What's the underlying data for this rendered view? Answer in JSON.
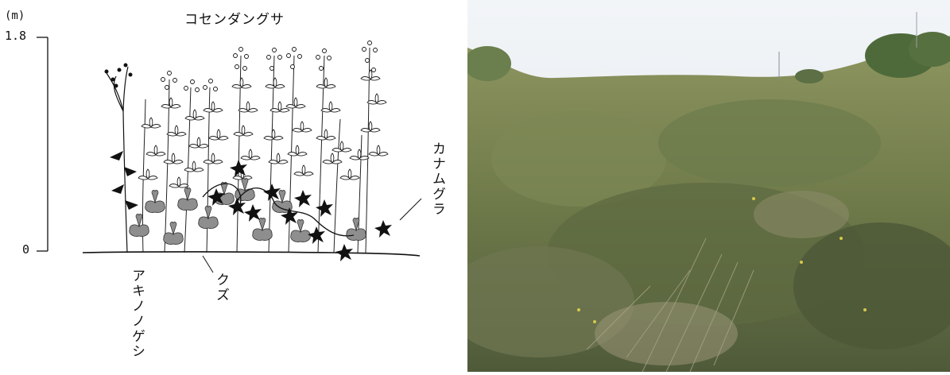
{
  "diagram": {
    "title": "コセンダングサ",
    "unit": "(m)",
    "scale_top": "1.8",
    "scale_bottom": "0",
    "labels": {
      "kanamugura": "カナムグラ",
      "akinonogeshi": "アキノノゲシ",
      "kuzu": "クズ"
    }
  },
  "photo": {
    "subject": "weedy-field-photo"
  }
}
